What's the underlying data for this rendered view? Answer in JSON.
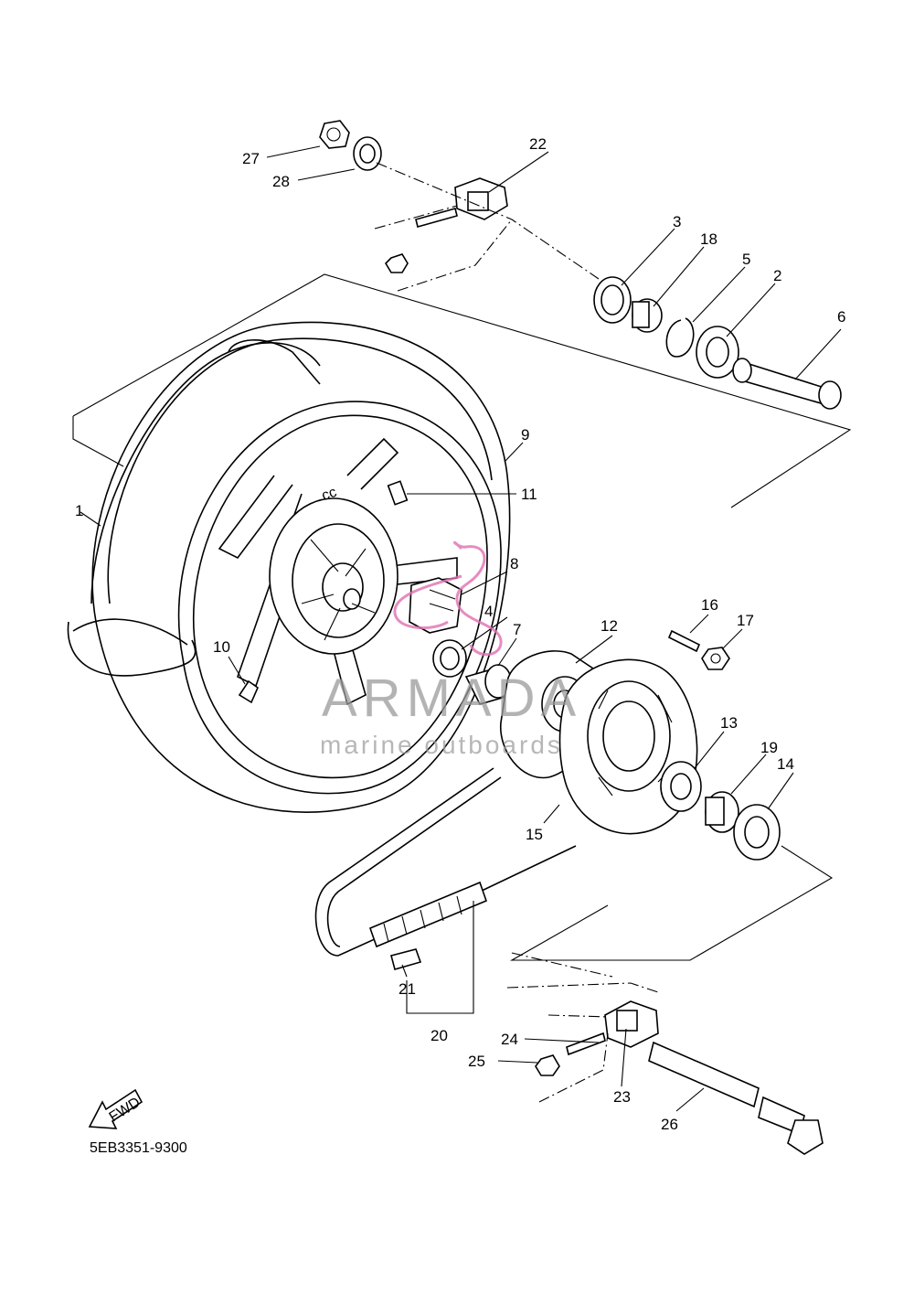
{
  "drawing_code": "5EB3351-9300",
  "fwd_label": "FWD",
  "watermark": {
    "title": "ARMADA",
    "subtitle": "marine outboards",
    "color": "#e06fb0"
  },
  "callouts": [
    "1",
    "2",
    "3",
    "4",
    "5",
    "6",
    "7",
    "8",
    "9",
    "10",
    "11",
    "12",
    "13",
    "14",
    "15",
    "16",
    "17",
    "18",
    "19",
    "20",
    "21",
    "22",
    "23",
    "24",
    "25",
    "26",
    "27",
    "28"
  ]
}
